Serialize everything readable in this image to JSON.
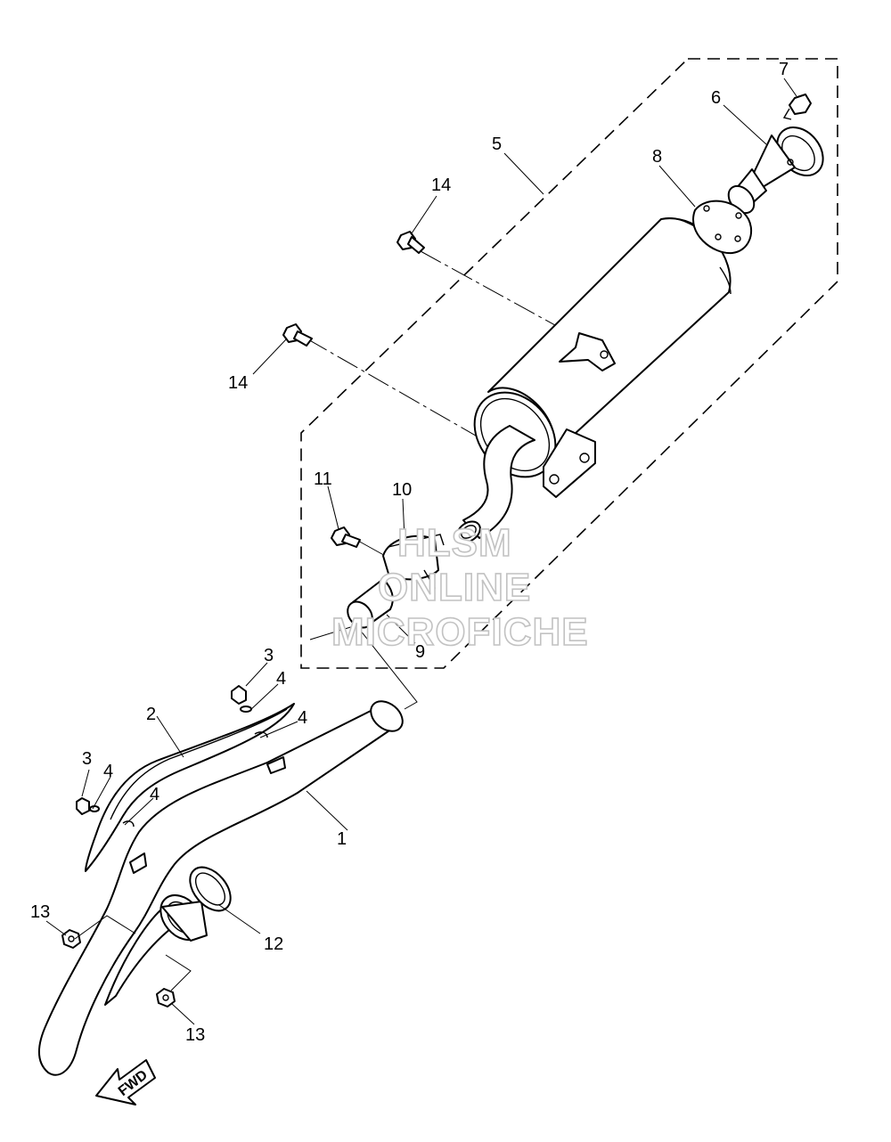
{
  "parts": {
    "p1": "1",
    "p2": "2",
    "p3a": "3",
    "p3b": "3",
    "p4a": "4",
    "p4b": "4",
    "p4c": "4",
    "p4d": "4",
    "p5": "5",
    "p6": "6",
    "p7": "7",
    "p8": "8",
    "p9": "9",
    "p10": "10",
    "p11": "11",
    "p12": "12",
    "p13a": "13",
    "p13b": "13",
    "p14a": "14",
    "p14b": "14"
  },
  "watermark": {
    "line1": "HLSM",
    "line2": "ONLINE",
    "line3": "MICROFICHE"
  },
  "fwd_label": "FWD"
}
